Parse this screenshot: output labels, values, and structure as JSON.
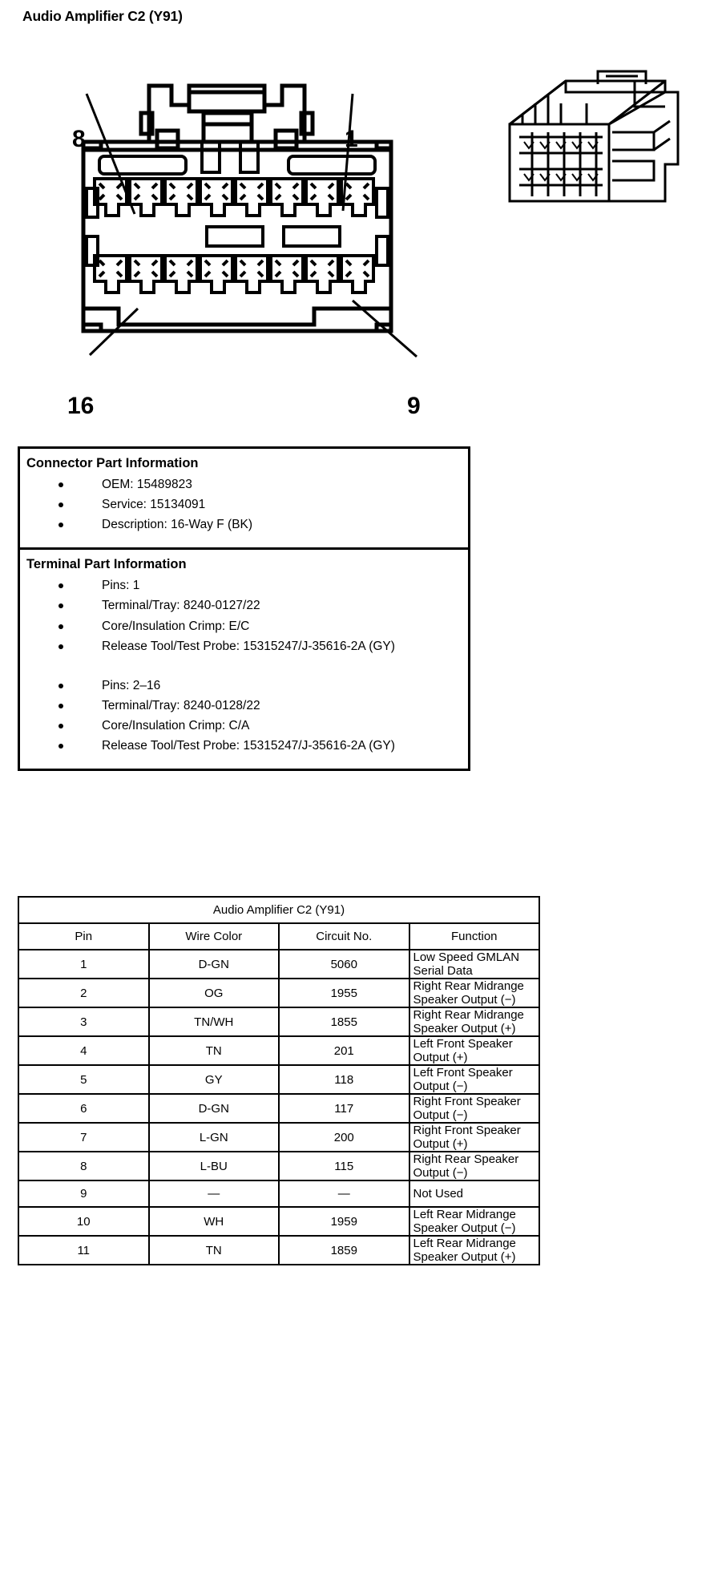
{
  "page": {
    "title": "Audio Amplifier C2 (Y91)"
  },
  "diagram": {
    "name": "connector-face-view",
    "callouts": {
      "top_left": "8",
      "top_right": "1",
      "bottom_left": "16",
      "bottom_right": "9"
    },
    "cavity_rows": 2,
    "cavities_per_row": 8
  },
  "connector_part_information": {
    "header": "Connector Part Information",
    "items": [
      "OEM: 15489823",
      "Service: 15134091",
      "Description: 16-Way F (BK)"
    ]
  },
  "terminal_part_information": {
    "header": "Terminal Part Information",
    "group1": [
      "Pins: 1",
      "Terminal/Tray: 8240-0127/22",
      "Core/Insulation Crimp: E/C",
      "Release Tool/Test Probe: 15315247/J-35616-2A (GY)"
    ],
    "group2": [
      "Pins: 2–16",
      "Terminal/Tray: 8240-0128/22",
      "Core/Insulation Crimp: C/A",
      "Release Tool/Test Probe: 15315247/J-35616-2A (GY)"
    ]
  },
  "pin_table": {
    "title": "Audio Amplifier C2 (Y91)",
    "columns": [
      "Pin",
      "Wire Color",
      "Circuit No.",
      "Function"
    ],
    "rows": [
      {
        "pin": "1",
        "color": "D-GN",
        "circuit": "5060",
        "function": "Low Speed GMLAN Serial Data"
      },
      {
        "pin": "2",
        "color": "OG",
        "circuit": "1955",
        "function": "Right Rear Midrange Speaker Output (−)"
      },
      {
        "pin": "3",
        "color": "TN/WH",
        "circuit": "1855",
        "function": "Right Rear Midrange Speaker Output (+)"
      },
      {
        "pin": "4",
        "color": "TN",
        "circuit": "201",
        "function": "Left Front Speaker Output (+)"
      },
      {
        "pin": "5",
        "color": "GY",
        "circuit": "118",
        "function": "Left Front Speaker Output (−)"
      },
      {
        "pin": "6",
        "color": "D-GN",
        "circuit": "117",
        "function": "Right Front Speaker Output (−)"
      },
      {
        "pin": "7",
        "color": "L-GN",
        "circuit": "200",
        "function": "Right Front Speaker Output (+)"
      },
      {
        "pin": "8",
        "color": "L-BU",
        "circuit": "115",
        "function": "Right Rear Speaker Output (−)"
      },
      {
        "pin": "9",
        "color": "—",
        "circuit": "—",
        "function": "Not Used"
      },
      {
        "pin": "10",
        "color": "WH",
        "circuit": "1959",
        "function": "Left Rear Midrange Speaker Output (−)"
      },
      {
        "pin": "11",
        "color": "TN",
        "circuit": "1859",
        "function": "Left Rear Midrange Speaker Output (+)"
      }
    ]
  }
}
